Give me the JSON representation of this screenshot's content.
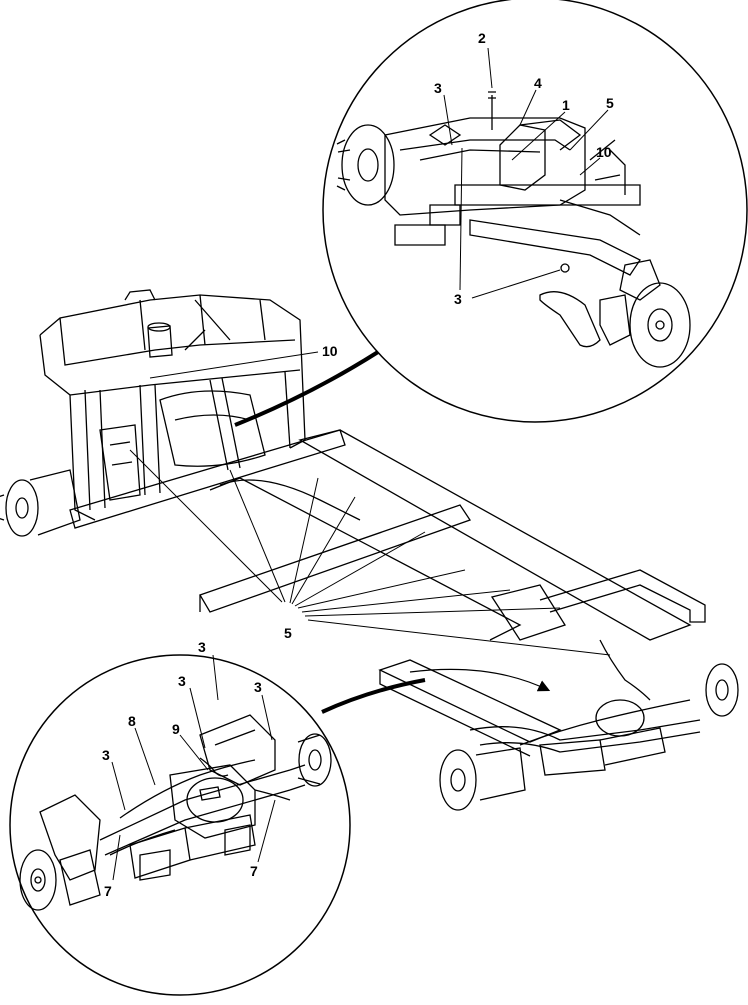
{
  "callouts": {
    "top_2": "2",
    "top_3a": "3",
    "top_4": "4",
    "top_1": "1",
    "top_5": "5",
    "top_10": "10",
    "top_3b": "3",
    "main_10": "10",
    "main_5": "5",
    "bot_3a": "3",
    "bot_3b": "3",
    "bot_3c": "3",
    "bot_8": "8",
    "bot_9": "9",
    "bot_3d": "3",
    "bot_7a": "7",
    "bot_7b": "7"
  },
  "colors": {
    "ink": "#000000",
    "paper": "#ffffff"
  }
}
